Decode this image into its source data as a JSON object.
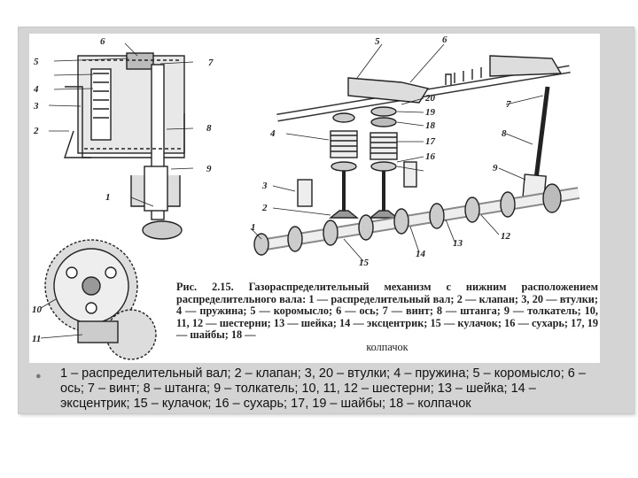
{
  "figure": {
    "caption_title": "Рис. 2.15. Газораспределительный механизм с нижним расположением распределительного вала:",
    "caption_body": "1 — распределительный вал; 2 — клапан; 3, 20 — втулки; 4 — пружина; 5 — коромысло; 6 — ось; 7 — винт; 8 — штанга; 9 — толкатель; 10, 11, 12 — шестерни; 13 — шейка; 14 — эксцентрик; 15 — кулачок; 16 — сухарь; 17, 19 — шайбы; 18 —",
    "caption_last": "колпачок",
    "labels": {
      "l1a": "1",
      "l2a": "2",
      "l3a": "3",
      "l4a": "4",
      "l5a": "5",
      "l6a": "6",
      "l7a": "7",
      "l8a": "8",
      "l9a": "9",
      "l5b": "5",
      "l6b": "6",
      "l20": "20",
      "l19": "19",
      "l18": "18",
      "l4b": "4",
      "l17": "17",
      "l16": "16",
      "l7b": "7",
      "l8b": "8",
      "l9b": "9",
      "l3b": "3",
      "l2b": "2",
      "l1b": "1",
      "l12": "12",
      "l13": "13",
      "l14": "14",
      "l15": "15",
      "l10": "10",
      "l11": "11"
    }
  },
  "bullet_text": "1 – распределительный вал; 2 – клапан; 3, 20 – втулки; 4 – пружина; 5 – коромысло; 6 – ось; 7 – винт; 8 – штанга; 9 – толкатель; 10, 11, 12 – шестерни; 13 – шейка; 14 – эксцентрик; 15 – кулачок; 16 – сухарь; 17, 19 – шайбы; 18 – колпачок"
}
